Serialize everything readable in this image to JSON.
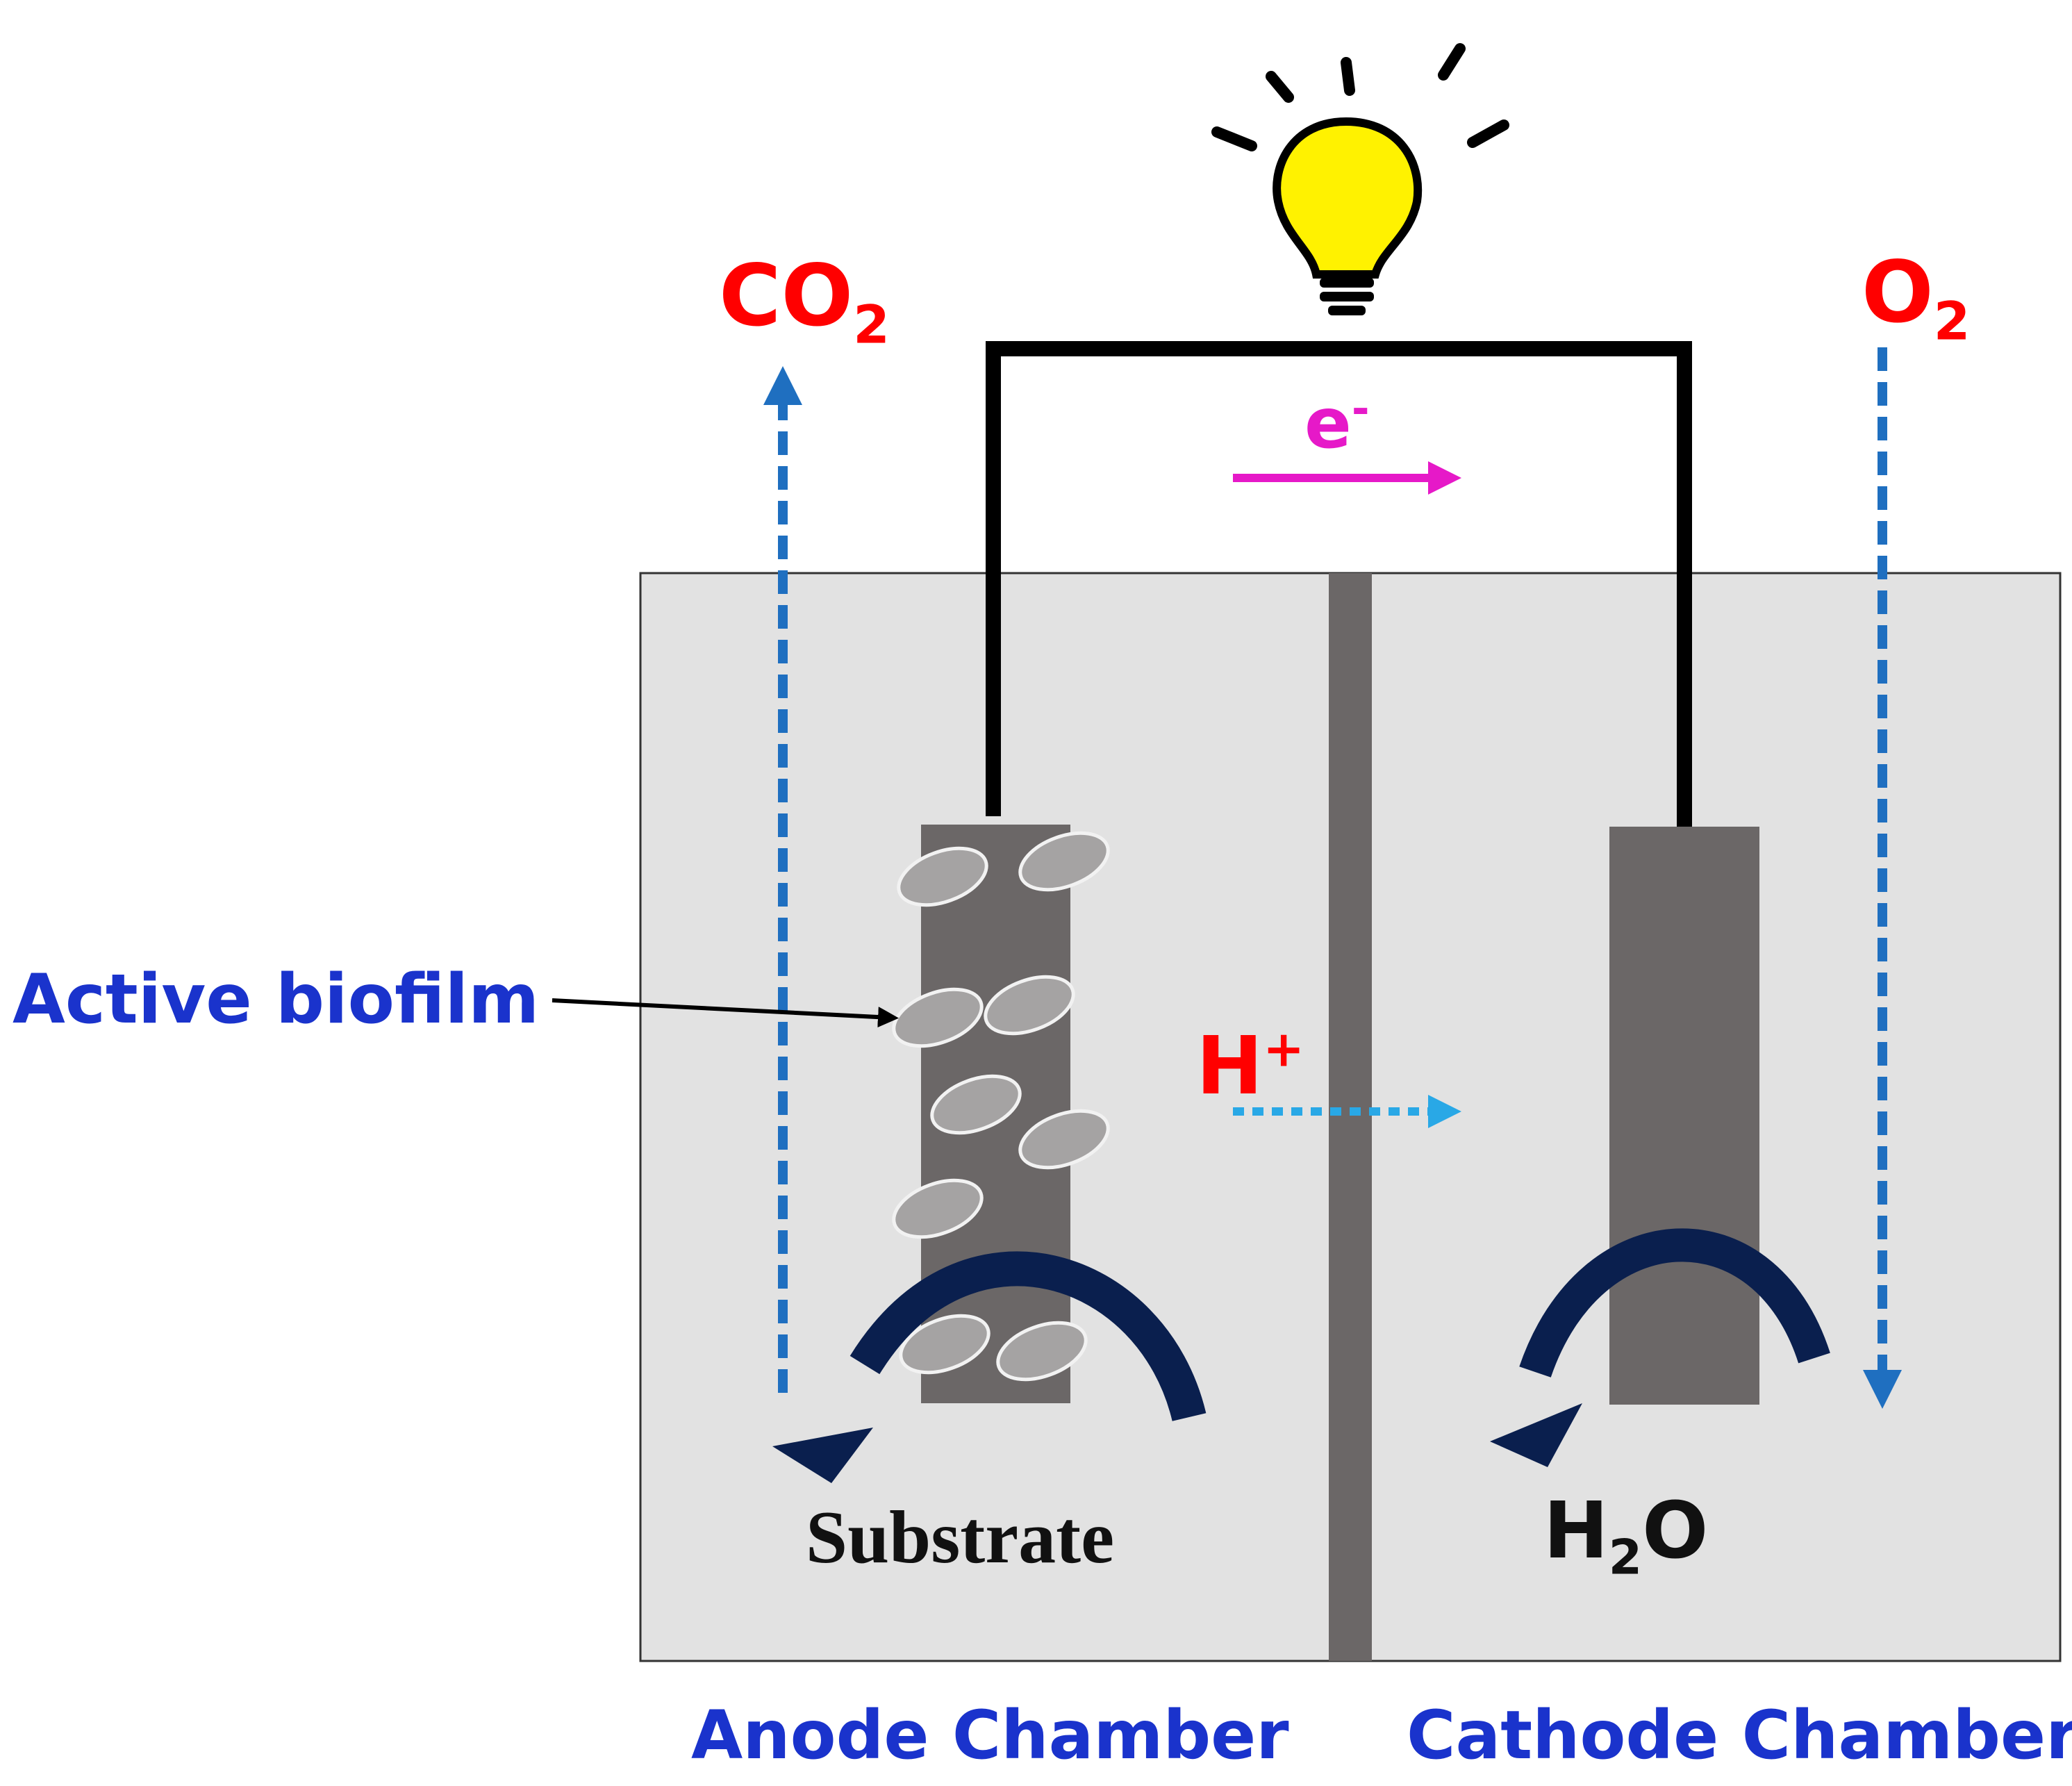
{
  "labels": {
    "co2_main": "CO",
    "co2_sub": "2",
    "o2_main": "O",
    "o2_sub": "2",
    "electron_main": "e",
    "electron_sup": "-",
    "proton_main": "H",
    "proton_sup": "+",
    "active_biofilm": "Active biofilm",
    "substrate": "Substrate",
    "water_h": "H",
    "water_sub": "2",
    "water_o": "O",
    "anode_chamber": "Anode Chamber",
    "cathode_chamber": "Cathode Chamber"
  },
  "colors": {
    "gas_label": "#ff0000",
    "chamber_label": "#1a33cc",
    "electron": "#e619c8",
    "proton_arrow": "#29a8e6",
    "gas_arrow": "#1f6fc0",
    "curved_arrow": "#0a1f4e",
    "tank": "#e2e2e2",
    "electrode": "#6b6767",
    "biofilm": "#a5a3a3",
    "bulb": "#fff200"
  },
  "icons": {
    "bulb": "light-bulb-icon"
  }
}
